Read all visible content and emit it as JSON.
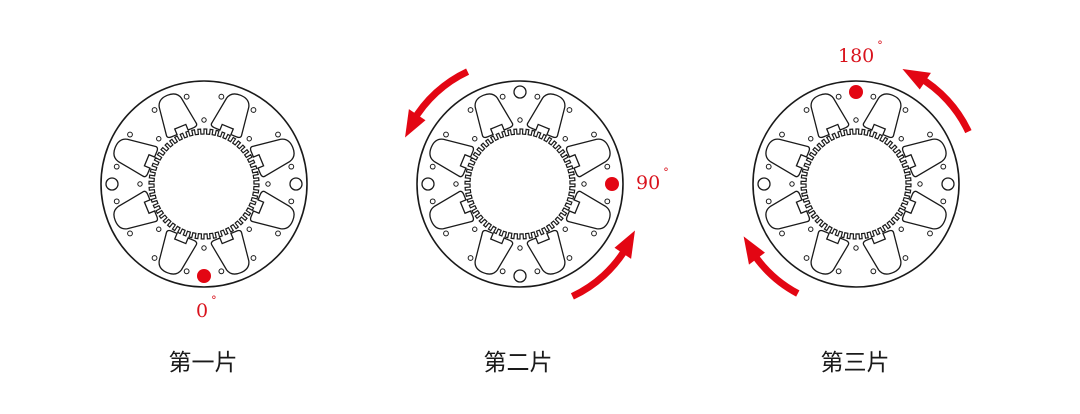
{
  "colors": {
    "stroke": "#1a1a1a",
    "accent": "#e30613",
    "caption": "#1a1a1a",
    "angle_text": "#d9121c"
  },
  "icons": {
    "marker": "red-dot-marker-icon",
    "rotation": "curved-arrow-icon"
  },
  "laminations": [
    {
      "caption": "第一片",
      "angle_value": "0",
      "angle_unit": "°",
      "marker_angle_deg": 0,
      "arrows": []
    },
    {
      "caption": "第二片",
      "angle_value": "90",
      "angle_unit": "°",
      "marker_angle_deg": 90,
      "arrows": [
        "top-left",
        "bottom-right"
      ]
    },
    {
      "caption": "第三片",
      "angle_value": "180",
      "angle_unit": "°",
      "marker_angle_deg": 180,
      "arrows": [
        "top-right",
        "bottom-left"
      ]
    }
  ]
}
